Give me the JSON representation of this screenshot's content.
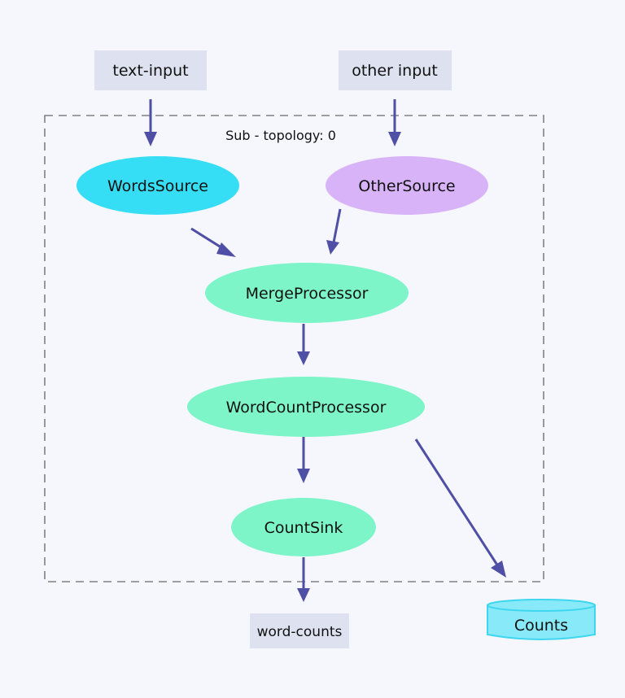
{
  "diagram": {
    "subtopology_label": "Sub - topology: 0",
    "topics": {
      "text_input": "text-input",
      "other_input": "other input",
      "word_counts": "word-counts"
    },
    "nodes": {
      "words_source": {
        "label": "WordsSource",
        "color": "#36def5"
      },
      "other_source": {
        "label": "OtherSource",
        "color": "#d8b3f8"
      },
      "merge_processor": {
        "label": "MergeProcessor",
        "color": "#7df5c8"
      },
      "word_count_processor": {
        "label": "WordCountProcessor",
        "color": "#7df5c8"
      },
      "count_sink": {
        "label": "CountSink",
        "color": "#7df5c8"
      }
    },
    "store": {
      "label": "Counts",
      "color": "#88eaf8",
      "border_color": "#3fd6f0"
    },
    "edges": [
      {
        "from": "text-input",
        "to": "WordsSource"
      },
      {
        "from": "other input",
        "to": "OtherSource"
      },
      {
        "from": "WordsSource",
        "to": "MergeProcessor"
      },
      {
        "from": "OtherSource",
        "to": "MergeProcessor"
      },
      {
        "from": "MergeProcessor",
        "to": "WordCountProcessor"
      },
      {
        "from": "WordCountProcessor",
        "to": "CountSink"
      },
      {
        "from": "WordCountProcessor",
        "to": "Counts"
      },
      {
        "from": "CountSink",
        "to": "word-counts"
      }
    ],
    "colors": {
      "edge": "#4f4fa6",
      "topic_fill": "#dee1ef",
      "background": "#f6f7fc"
    }
  }
}
